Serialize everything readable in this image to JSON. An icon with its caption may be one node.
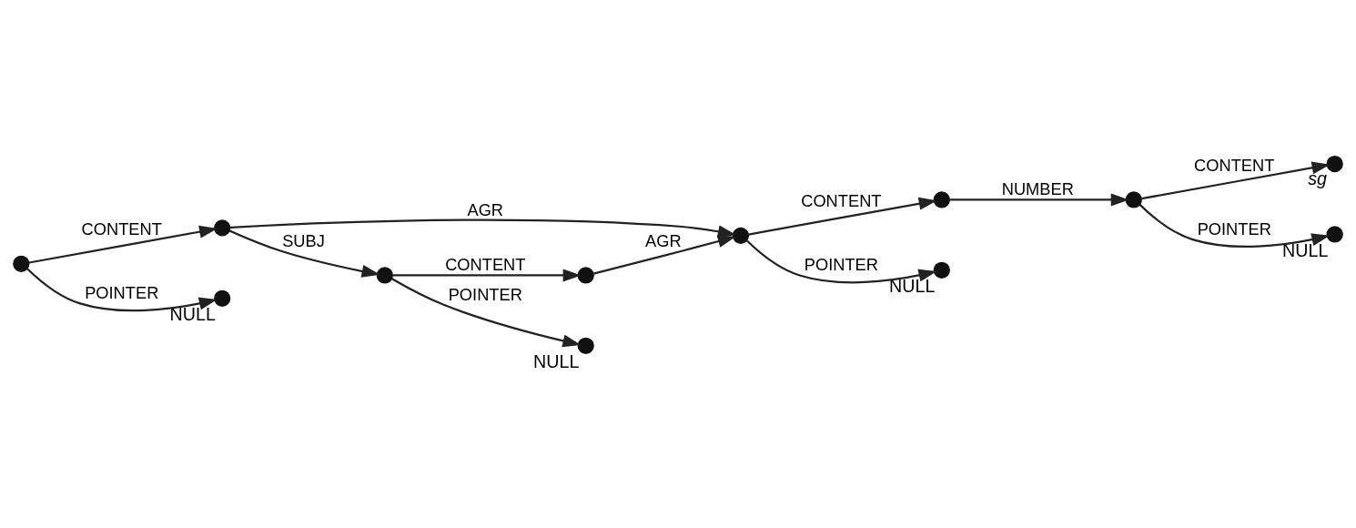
{
  "diagram": {
    "nodes": [
      {
        "text": [],
        "shape": "circle"
      },
      {
        "text": [],
        "shape": "circle"
      },
      {
        "text": [],
        "shape": "circle",
        "beside": [
          "NULL"
        ]
      },
      {
        "text": [],
        "shape": "circle"
      },
      {
        "text": [],
        "shape": "circle"
      },
      {
        "text": [],
        "shape": "circle"
      },
      {
        "text": [],
        "shape": "circle",
        "beside": [
          "NULL"
        ]
      },
      {
        "text": [],
        "shape": "circle"
      },
      {
        "text": [],
        "shape": "circle",
        "beside": [
          "NULL"
        ]
      },
      {
        "text": [],
        "shape": "circle"
      },
      {
        "text": [],
        "shape": "circle",
        "beside": [
          "sg"
        ]
      },
      {
        "text": [],
        "shape": "circle",
        "beside": [
          "NULL"
        ]
      }
    ],
    "edges": [
      {
        "from": 0,
        "to": 1,
        "arrow": "to",
        "label": "CONTENT"
      },
      {
        "from": 0,
        "to": 2,
        "arrow": "to",
        "label": "POINTER"
      },
      {
        "from": 1,
        "to": 3,
        "arrow": "to",
        "label": "AGR"
      },
      {
        "from": 1,
        "to": 4,
        "arrow": "to",
        "label": "SUBJ"
      },
      {
        "from": 3,
        "to": 5,
        "arrow": "to",
        "label": "CONTENT"
      },
      {
        "from": 3,
        "to": 6,
        "arrow": "to",
        "label": "POINTER"
      },
      {
        "from": 7,
        "to": 3,
        "arrow": "to",
        "label": "AGR"
      },
      {
        "from": 4,
        "to": 7,
        "arrow": "to",
        "label": "CONTENT"
      },
      {
        "from": 4,
        "to": 8,
        "arrow": "to",
        "label": "POINTER"
      },
      {
        "from": 5,
        "to": 9,
        "arrow": "to",
        "label": "NUMBER"
      },
      {
        "from": 9,
        "to": 10,
        "arrow": "to",
        "label": "CONTENT"
      },
      {
        "from": 9,
        "to": 11,
        "arrow": "to",
        "label": "POINTER"
      }
    ]
  }
}
